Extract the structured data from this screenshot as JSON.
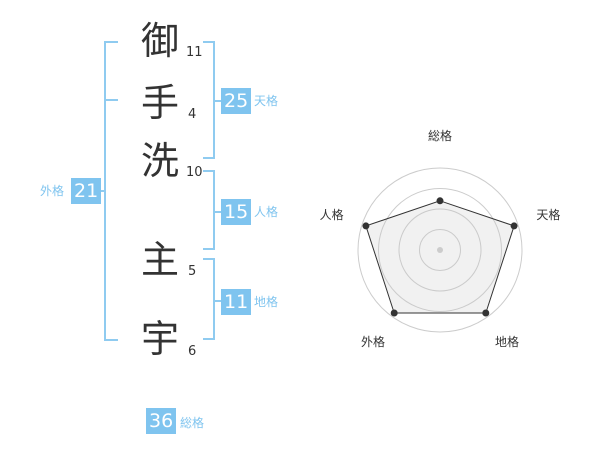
{
  "name": {
    "chars": [
      {
        "char": "御",
        "strokes": "11"
      },
      {
        "char": "手",
        "strokes": "4"
      },
      {
        "char": "洗",
        "strokes": "10"
      },
      {
        "char": "主",
        "strokes": "5"
      },
      {
        "char": "宇",
        "strokes": "6"
      }
    ]
  },
  "fortunes": {
    "tenkaku": {
      "value": "25",
      "label": "天格"
    },
    "jinkaku": {
      "value": "15",
      "label": "人格"
    },
    "chikaku": {
      "value": "11",
      "label": "地格"
    },
    "gaikaku": {
      "value": "21",
      "label": "外格"
    },
    "soukaku": {
      "value": "36",
      "label": "総格"
    }
  },
  "colors": {
    "accent": "#7fc4ef",
    "bracket": "#8fcbf0",
    "text": "#333333"
  },
  "chart_data": {
    "type": "radar",
    "axes": [
      "総格",
      "天格",
      "地格",
      "外格",
      "人格"
    ],
    "values": [
      0.6,
      0.95,
      0.95,
      0.95,
      0.95
    ],
    "rings": 4
  }
}
